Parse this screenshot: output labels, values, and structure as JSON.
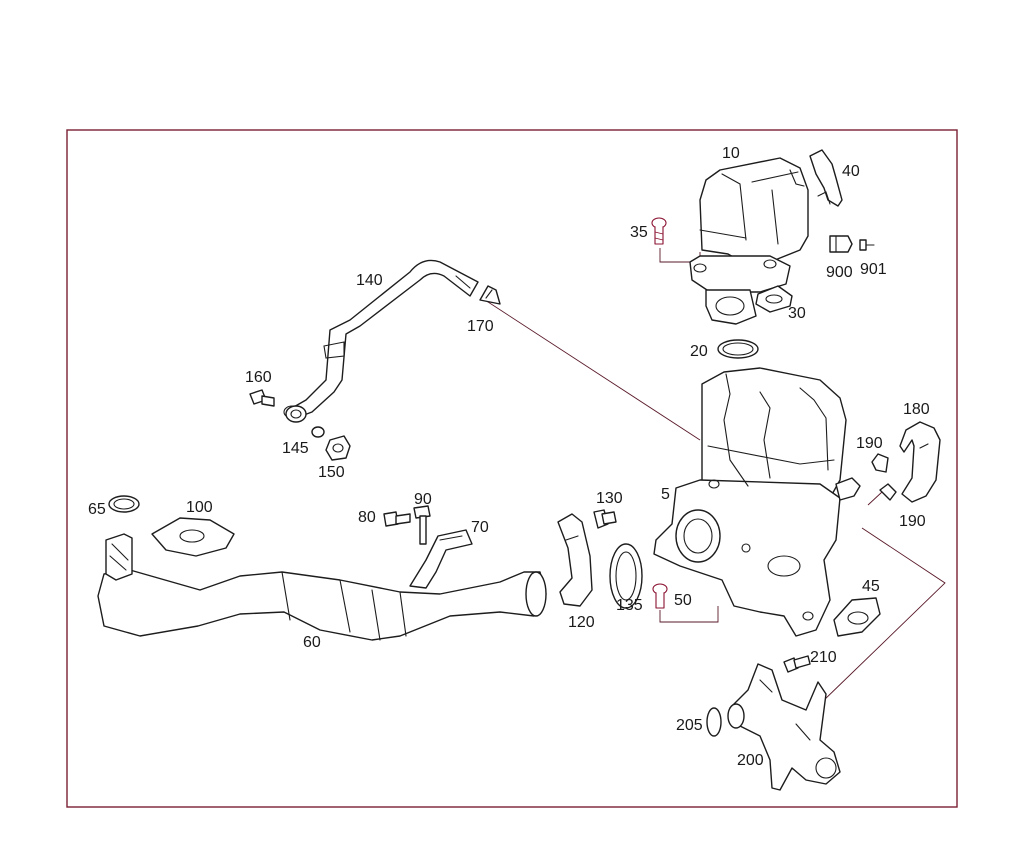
{
  "diagram": {
    "border_color": "#7a1f33",
    "line_color": "#1d1d1d",
    "accent_color": "#8a1030"
  },
  "callouts": [
    {
      "id": "10",
      "label": "10"
    },
    {
      "id": "40",
      "label": "40"
    },
    {
      "id": "35",
      "label": "35"
    },
    {
      "id": "900",
      "label": "900"
    },
    {
      "id": "901",
      "label": "901"
    },
    {
      "id": "30",
      "label": "30"
    },
    {
      "id": "140",
      "label": "140"
    },
    {
      "id": "170",
      "label": "170"
    },
    {
      "id": "20",
      "label": "20"
    },
    {
      "id": "160",
      "label": "160"
    },
    {
      "id": "180",
      "label": "180"
    },
    {
      "id": "145",
      "label": "145"
    },
    {
      "id": "150",
      "label": "150"
    },
    {
      "id": "190a",
      "label": "190"
    },
    {
      "id": "5",
      "label": "5"
    },
    {
      "id": "130",
      "label": "130"
    },
    {
      "id": "190b",
      "label": "190"
    },
    {
      "id": "65",
      "label": "65"
    },
    {
      "id": "100",
      "label": "100"
    },
    {
      "id": "90",
      "label": "90"
    },
    {
      "id": "80",
      "label": "80"
    },
    {
      "id": "70",
      "label": "70"
    },
    {
      "id": "45",
      "label": "45"
    },
    {
      "id": "50",
      "label": "50"
    },
    {
      "id": "135",
      "label": "135"
    },
    {
      "id": "120",
      "label": "120"
    },
    {
      "id": "60",
      "label": "60"
    },
    {
      "id": "210",
      "label": "210"
    },
    {
      "id": "205",
      "label": "205"
    },
    {
      "id": "200",
      "label": "200"
    }
  ]
}
